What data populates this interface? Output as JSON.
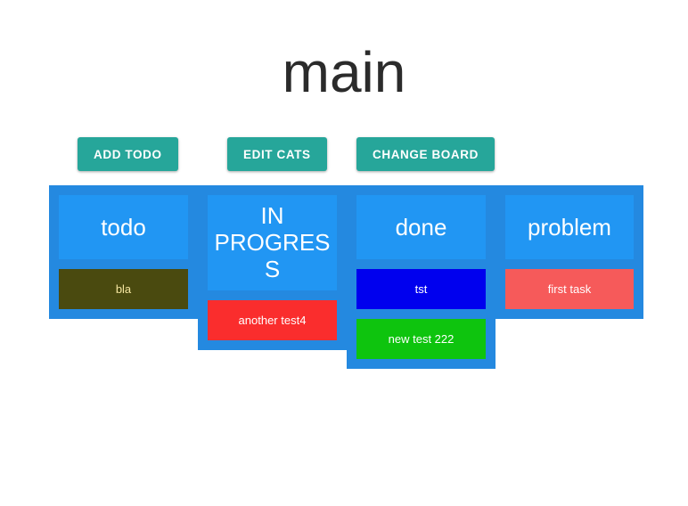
{
  "page": {
    "title": "main"
  },
  "toolbar": {
    "buttons": [
      {
        "label": "ADD TODO",
        "name": "add-todo-button"
      },
      {
        "label": "EDIT CATS",
        "name": "edit-cats-button"
      },
      {
        "label": "CHANGE BOARD",
        "name": "change-board-button"
      }
    ]
  },
  "colors": {
    "accent_teal": "#26a69a",
    "column_background": "#2489e0",
    "column_header": "#2196f3",
    "page_background": "#ffffff",
    "title_text": "#2b2b2b"
  },
  "board": {
    "columns": [
      {
        "title": "todo",
        "cards": [
          {
            "label": "bla",
            "color": "#4a4a0f",
            "text_color": "#f5e6a0"
          }
        ]
      },
      {
        "title": "IN PROGRESS",
        "cards": [
          {
            "label": "another test4",
            "color": "#fa2d2d",
            "text_color": "#ffffff"
          }
        ]
      },
      {
        "title": "done",
        "cards": [
          {
            "label": "tst",
            "color": "#0000ee",
            "text_color": "#ffffff"
          },
          {
            "label": "new test 222",
            "color": "#0ec40e",
            "text_color": "#ffffff"
          }
        ]
      },
      {
        "title": "problem",
        "cards": [
          {
            "label": "first task",
            "color": "#f65a5a",
            "text_color": "#ffffff"
          }
        ]
      }
    ]
  }
}
